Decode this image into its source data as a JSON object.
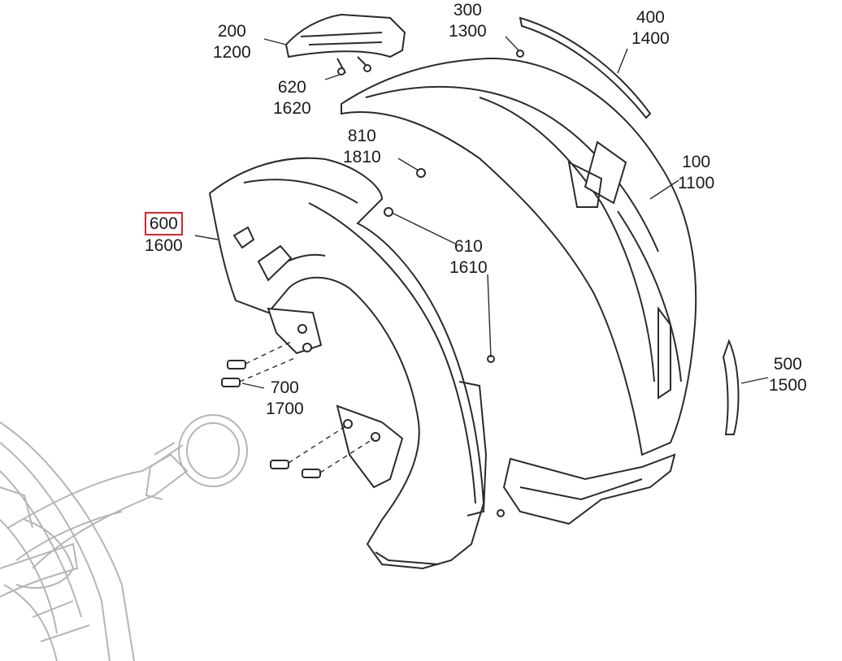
{
  "callouts": [
    {
      "id": "200",
      "codes": [
        "200",
        "1200"
      ]
    },
    {
      "id": "300",
      "codes": [
        "300",
        "1300"
      ]
    },
    {
      "id": "400",
      "codes": [
        "400",
        "1400"
      ]
    },
    {
      "id": "620",
      "codes": [
        "620",
        "1620"
      ]
    },
    {
      "id": "810",
      "codes": [
        "810",
        "1810"
      ]
    },
    {
      "id": "100",
      "codes": [
        "100",
        "1100"
      ]
    },
    {
      "id": "600",
      "codes": [
        "600",
        "1600"
      ],
      "highlighted": true
    },
    {
      "id": "610",
      "codes": [
        "610",
        "1610"
      ]
    },
    {
      "id": "500",
      "codes": [
        "500",
        "1500"
      ]
    },
    {
      "id": "700",
      "codes": [
        "700",
        "1700"
      ]
    }
  ],
  "colors": {
    "line": "#2b2b2b",
    "faint": "#b5b5b5",
    "highlight": "#d9262c",
    "part_fill": "#ffffff"
  }
}
